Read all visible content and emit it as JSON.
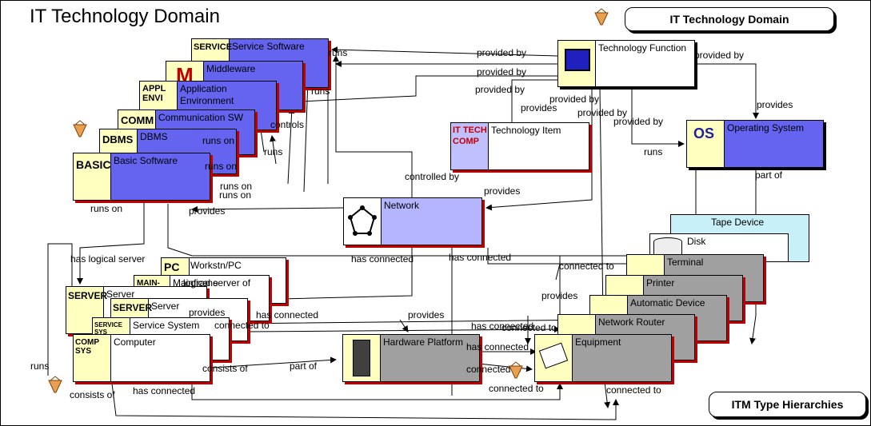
{
  "title": "IT Technology Domain",
  "header_box": "IT Technology Domain",
  "footer_box": "ITM Type Hierarchies",
  "nodes": {
    "service_software": "Service Software",
    "middleware": "Middleware",
    "application_environment": "Application Environment",
    "communication_sw": "Communication SW",
    "dbms": "DBMS",
    "basic_software": "Basic Software",
    "technology_function": "Technology Function",
    "technology_item": "Technology Item",
    "operating_system": "Operating System",
    "network": "Network",
    "workstn_pc": "Workstn/PC",
    "mainframe": "Mainframe",
    "server_back": "Server",
    "server_front": "Server",
    "service_system": "Service System",
    "computer": "Computer",
    "hardware_platform": "Hardware Platform",
    "tape_device": "Tape Device",
    "disk": "Disk",
    "terminal": "Terminal",
    "printer": "Printer",
    "automatic_device": "Automatic Device",
    "network_router": "Network Router",
    "equipment": "Equipment"
  },
  "icon_text": {
    "service": "SERVICE",
    "middleware": "M",
    "appl": "APPL ENVI",
    "comm": "COMM",
    "dbms": "DBMS",
    "basic": "BASIC",
    "os": "OS",
    "tech": "IT TECH COMP",
    "pc": "PC",
    "main": "MAIN-",
    "server": "SERVER",
    "service_sys": "SERVICE SYS",
    "comp": "COMP SYS"
  },
  "connectors": {
    "provided_by_1": "provided by",
    "provided_by_2": "provided by",
    "provided_by_3": "provided by",
    "provided_by_4": "provided by",
    "provided_by_5": "provided by",
    "provided_by_6": "provided by",
    "provided_by_7": "provided by",
    "provides_1": "provides",
    "provides_2": "provides",
    "provides_3": "provides",
    "provides_4": "provides",
    "provides_5": "provides",
    "provides_6": "provides",
    "provides_7": "provides",
    "runs_1": "runs",
    "runs_2": "runs",
    "runs_3": "runs",
    "runs_4": "runs",
    "runs_5": "runs",
    "controls": "controls",
    "runs_on_1": "runs on",
    "runs_on_2": "runs on",
    "runs_on_3": "runs on",
    "runs_on_4": "runs on",
    "runs_on_5": "runs on",
    "controlled_by": "controlled by",
    "part_of_1": "part of",
    "part_of_2": "part of",
    "has_logical_server": "has logical server",
    "has_connected_1": "has connected",
    "has_connected_2": "has connected",
    "has_connected_3": "has connected",
    "has_connected_4": "has connected",
    "has_connected_5": "has connected",
    "has_connected_6": "has connected",
    "connected_to_1": "connected to",
    "connected_to_2": "connected to",
    "connected_to_3": "connected to",
    "connected_to_4": "connected to",
    "connected_to_5": "connected to",
    "connected_to_6": "connected to",
    "logical_server_of": "logical server of",
    "consists_of_1": "consists of",
    "consists_of_2": "consists of"
  },
  "colors": {
    "software_blue": "#6464f0",
    "network_lavender": "#b4b4ff",
    "hardware_grey": "#a0a0a0",
    "tape_cyan": "#c8f0f8",
    "shadow_red": "#c00000",
    "icon_yellow": "#ffffc0"
  }
}
